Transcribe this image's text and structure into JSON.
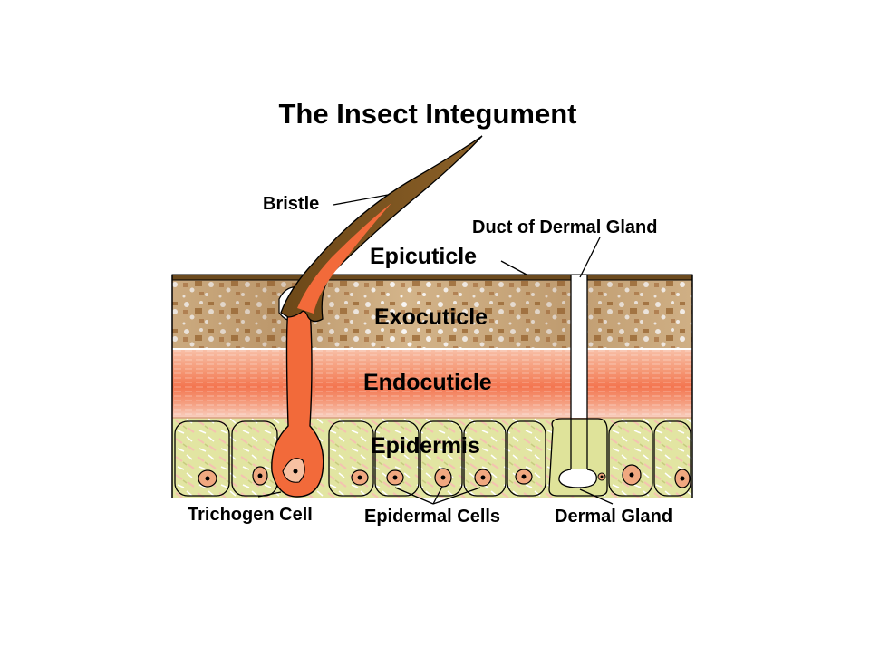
{
  "title": "The Insect Integument",
  "layers": {
    "epicuticle": "Epicuticle",
    "exocuticle": "Exocuticle",
    "endocuticle": "Endocuticle",
    "epidermis": "Epidermis"
  },
  "structures": {
    "bristle": "Bristle",
    "duct": "Duct of Dermal Gland",
    "trichogen": "Trichogen Cell",
    "epidermal_cells": "Epidermal Cells",
    "dermal_gland": "Dermal Gland"
  },
  "colors": {
    "epicuticle": "#6b4a1e",
    "exocuticle": "#c8a070",
    "exocuticle_dark": "#a0703a",
    "endocuticle": "#f5a080",
    "endocuticle_core": "#f47a55",
    "epidermis": "#e4e6a6",
    "epidermis_pink": "#f3c8b8",
    "trichogen": "#f26a3a",
    "bristle": "#7a5220",
    "nucleus": "#f0a880"
  }
}
